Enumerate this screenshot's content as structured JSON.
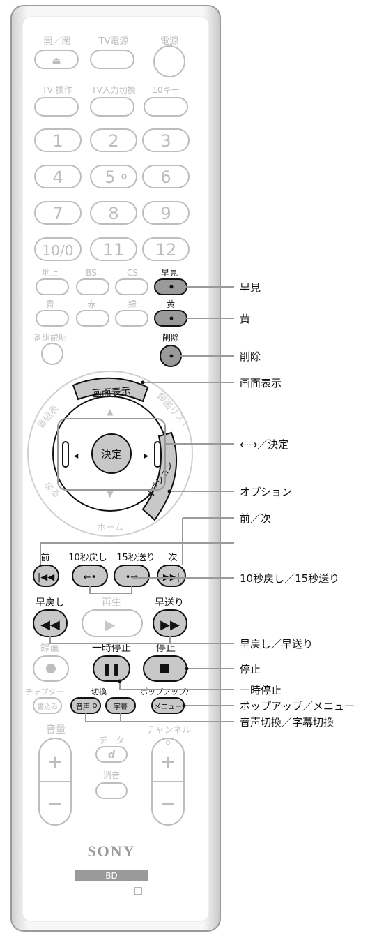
{
  "top_row_labels": [
    "開／閉",
    "TV電源",
    "電源"
  ],
  "top_row_glyph": "⏏",
  "tv_row_labels": [
    "TV 操作",
    "TV入力切換",
    "10キー"
  ],
  "number_keys": [
    "1",
    "2",
    "3",
    "4",
    "5",
    "6",
    "7",
    "8",
    "9",
    "10/0",
    "11",
    "12"
  ],
  "broadcast_labels": [
    "地上",
    "BS",
    "CS",
    "早見"
  ],
  "color_labels": [
    "青",
    "赤",
    "緑",
    "黄"
  ],
  "bangumi_label": "番組説明",
  "delete_label": "削除",
  "ring": {
    "top": "画面表示",
    "right_top": "録画リスト",
    "left_top": "番組表",
    "left_bottom": "戻る",
    "bottom": "ホーム",
    "right_bottom": "オプション",
    "center": "決定"
  },
  "skip_labels": {
    "prev": "前",
    "replay": "10秒戻し",
    "advance": "15秒送り",
    "next": "次"
  },
  "play_labels": {
    "rewind": "早戻し",
    "play": "再生",
    "ff": "早送り"
  },
  "rec_labels": {
    "rec": "録画",
    "pause": "一時停止",
    "stop": "停止"
  },
  "chapter_labels": {
    "chapter": "チャプター",
    "switch": "切換",
    "popup": "ポップアップ/",
    "write": "書込み",
    "audio": "音声",
    "subtitle": "字幕",
    "menu": "メニュー"
  },
  "volume": {
    "volume": "音量",
    "channel": "チャンネル",
    "data": "データ",
    "d": "d",
    "mute": "消音",
    "plus": "+",
    "minus": "−"
  },
  "brand": "SONY",
  "bd_badge": "BD",
  "callouts": [
    "早見",
    "黄",
    "削除",
    "画面表示",
    "⇠⇢／決定",
    "オプション",
    "前／次",
    "10秒戻し／15秒送り",
    "早戻し／早送り",
    "停止",
    "一時停止",
    "ポップアップ／メニュー",
    "音声切換／字幕切換"
  ]
}
